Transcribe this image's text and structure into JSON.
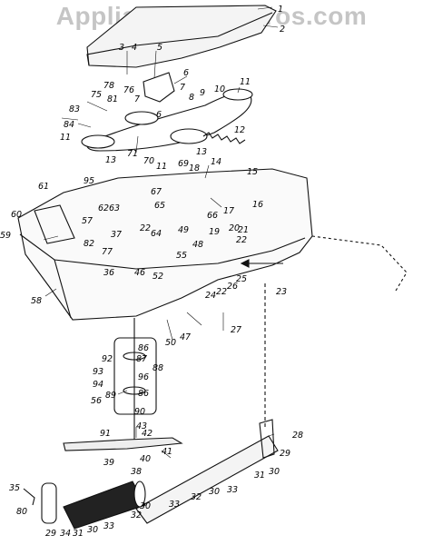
{
  "watermark": "AppliancePartsPros.com",
  "callouts": {
    "c1": "1",
    "c2": "2",
    "c3": "3",
    "c4": "4",
    "c5": "5",
    "c6a": "6",
    "c6b": "6",
    "c7a": "7",
    "c7b": "7",
    "c8": "8",
    "c9": "9",
    "c10": "10",
    "c11a": "11",
    "c11b": "11",
    "c11c": "11",
    "c12": "12",
    "c13a": "13",
    "c13b": "13",
    "c14": "14",
    "c15": "15",
    "c16": "16",
    "c17": "17",
    "c18": "18",
    "c19": "19",
    "c20": "20",
    "c21": "21",
    "c22a": "22",
    "c22b": "22",
    "c22c": "22",
    "c23": "23",
    "c24": "24",
    "c25": "25",
    "c26": "26",
    "c27": "27",
    "c28": "28",
    "c29a": "29",
    "c29b": "29",
    "c30a": "30",
    "c30b": "30",
    "c30c": "30",
    "c31a": "31",
    "c31b": "31",
    "c32a": "32",
    "c32b": "32",
    "c33a": "33",
    "c33b": "33",
    "c33c": "33",
    "c34": "34",
    "c35": "35",
    "c36": "36",
    "c37": "37",
    "c38": "38",
    "c39": "39",
    "c40": "40",
    "c41": "41",
    "c42": "42",
    "c43": "43",
    "c46": "46",
    "c47": "47",
    "c48": "48",
    "c49": "49",
    "c50": "50",
    "c52": "52",
    "c55": "55",
    "c56": "56",
    "c57": "57",
    "c58": "58",
    "c59": "59",
    "c60": "60",
    "c61": "61",
    "c62": "62",
    "c63": "63",
    "c64": "64",
    "c65": "65",
    "c66": "66",
    "c67": "67",
    "c69": "69",
    "c70": "70",
    "c71": "71",
    "c75": "75",
    "c76": "76",
    "c77": "77",
    "c78": "78",
    "c80": "80",
    "c81": "81",
    "c82": "82",
    "c83": "83",
    "c84": "84",
    "c86a": "86",
    "c86b": "86",
    "c87": "87",
    "c88": "88",
    "c89": "89",
    "c90": "90",
    "c91": "91",
    "c92": "92",
    "c93": "93",
    "c94": "94",
    "c95": "95",
    "c96": "96"
  }
}
